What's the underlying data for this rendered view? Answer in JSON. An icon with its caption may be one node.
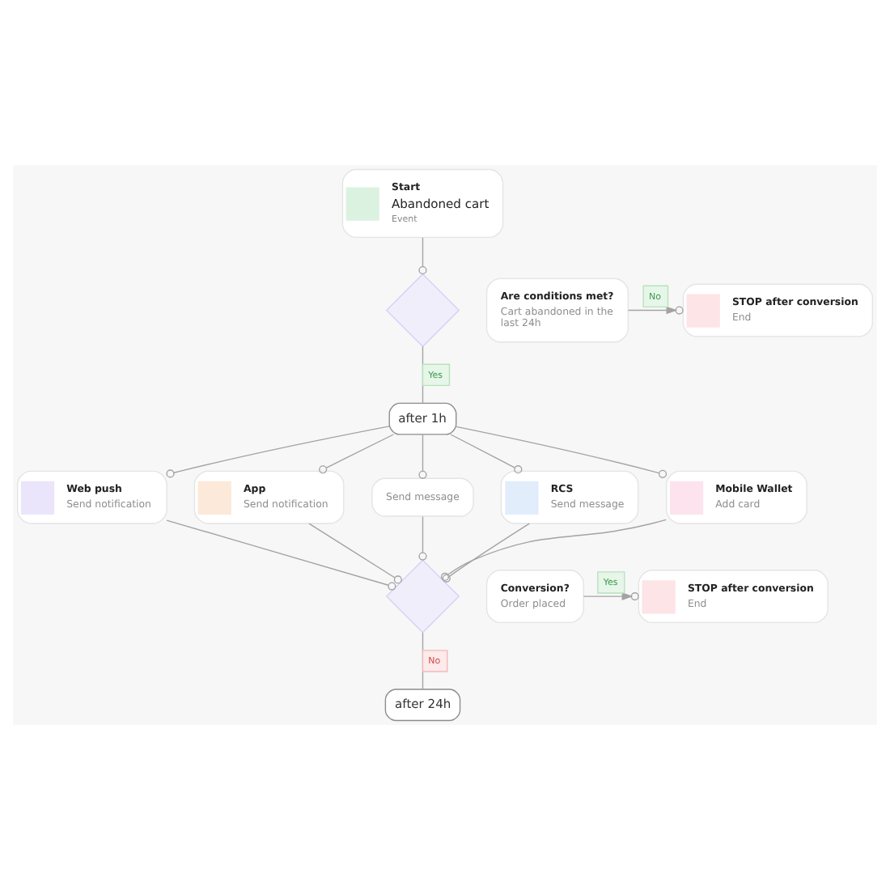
{
  "diagram": {
    "nodes": [
      {
        "text": [
          "Start",
          "Abandoned cart",
          "Event"
        ]
      },
      {
        "text": [],
        "shape": "diamond"
      },
      {
        "text": [
          "Are conditions met?",
          "Cart abandoned in the last 24h"
        ]
      },
      {
        "text": [
          "STOP after conversion",
          "End"
        ]
      },
      {
        "text": [
          "after 1h"
        ]
      },
      {
        "text": [
          "Web push",
          "Send notification"
        ]
      },
      {
        "text": [
          "App",
          "Send notification"
        ]
      },
      {
        "text": [
          "Send message"
        ]
      },
      {
        "text": [
          "RCS",
          "Send message"
        ]
      },
      {
        "text": [
          "Mobile Wallet",
          "Add card"
        ]
      },
      {
        "text": [],
        "shape": "diamond"
      },
      {
        "text": [
          "Conversion?",
          "Order placed"
        ]
      },
      {
        "text": [
          "STOP after conversion",
          "End"
        ]
      },
      {
        "text": [
          "after 24h"
        ]
      }
    ],
    "edges": [
      {
        "from": 0,
        "to": 1,
        "arrow": "other"
      },
      {
        "from": 1,
        "to": 4,
        "arrow": "none",
        "label": "Yes"
      },
      {
        "from": 2,
        "to": 3,
        "arrow": "to",
        "label": "No"
      },
      {
        "from": 4,
        "to": 5,
        "arrow": "other"
      },
      {
        "from": 4,
        "to": 6,
        "arrow": "other"
      },
      {
        "from": 4,
        "to": 7,
        "arrow": "other"
      },
      {
        "from": 4,
        "to": 8,
        "arrow": "other"
      },
      {
        "from": 4,
        "to": 9,
        "arrow": "other"
      },
      {
        "from": 5,
        "to": 10,
        "arrow": "other"
      },
      {
        "from": 6,
        "to": 10,
        "arrow": "other"
      },
      {
        "from": 7,
        "to": 10,
        "arrow": "other"
      },
      {
        "from": 8,
        "to": 10,
        "arrow": "other"
      },
      {
        "from": 9,
        "to": 10,
        "arrow": "other"
      },
      {
        "from": 10,
        "to": 13,
        "arrow": "none",
        "label": "No"
      },
      {
        "from": 11,
        "to": 12,
        "arrow": "to",
        "label": "Yes"
      }
    ]
  }
}
